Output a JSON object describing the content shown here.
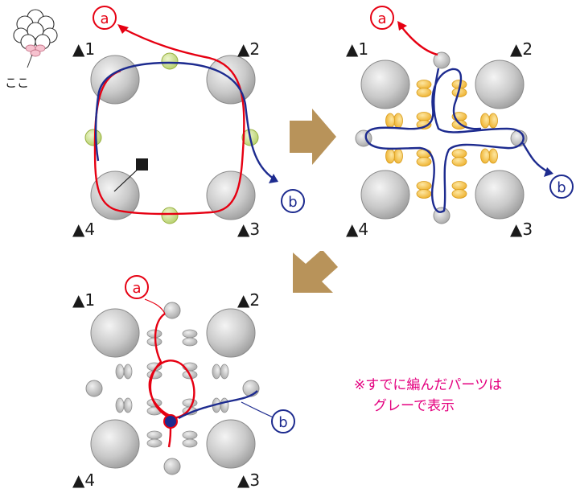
{
  "thread_labels": {
    "a": "a",
    "b": "b"
  },
  "corner_labels": [
    "▲1",
    "▲2",
    "▲3",
    "▲4"
  ],
  "pointer_label": "ここ",
  "note": {
    "line1": "※すでに編んだパーツは",
    "line2": "グレーで表示"
  },
  "colors": {
    "thread_a": "#e60012",
    "thread_b": "#1d2b8f",
    "grey_bead": "#c8c8c8",
    "green_bead": "#c9df8a",
    "yellow_bead": "#f5c242",
    "arrow": "#b8935a",
    "note": "#e4007f"
  }
}
